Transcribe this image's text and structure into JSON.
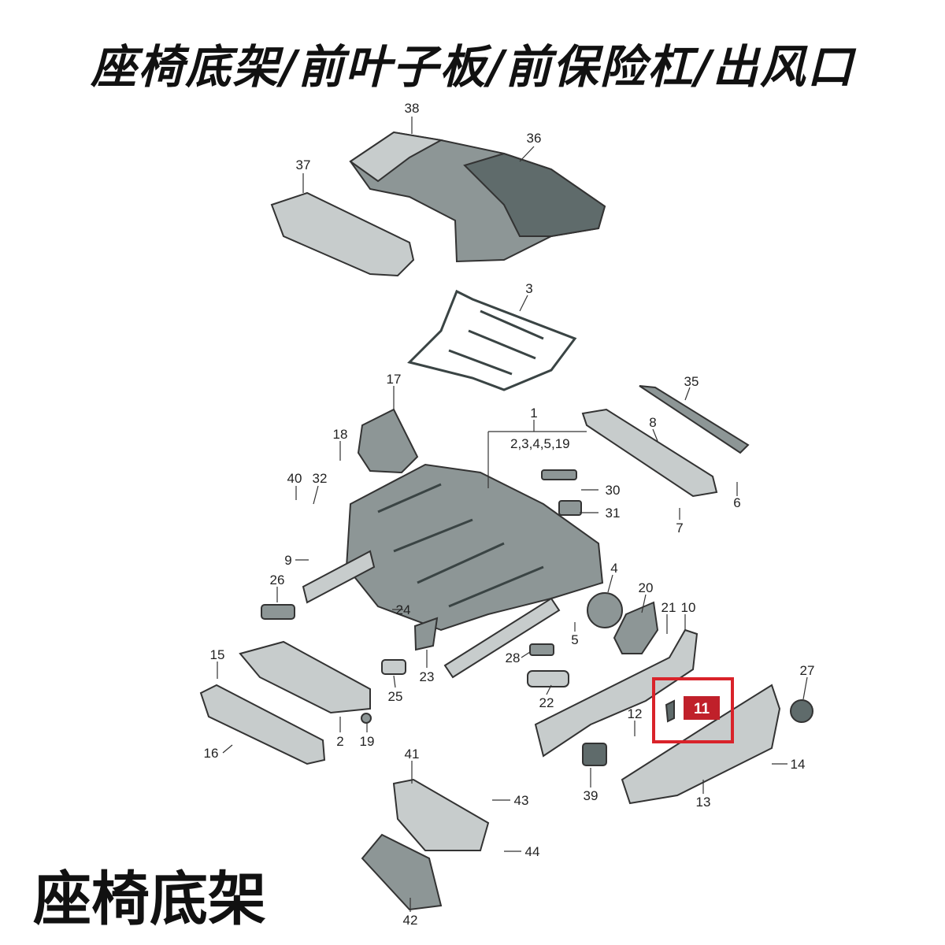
{
  "title": "座椅底架/前叶子板/前保险杠/出风口",
  "bottom_label": "座椅底架",
  "highlight": {
    "label": "11",
    "box_color": "#d9232a",
    "label_bg": "#c0202a"
  },
  "group_label": "2,3,4,5,19",
  "callouts": [
    "38",
    "36",
    "37",
    "3",
    "35",
    "1",
    "17",
    "18",
    "8",
    "40",
    "32",
    "30",
    "6",
    "31",
    "7",
    "9",
    "26",
    "4",
    "20",
    "21",
    "10",
    "24",
    "5",
    "15",
    "28",
    "23",
    "25",
    "22",
    "27",
    "12",
    "2",
    "19",
    "14",
    "16",
    "39",
    "13",
    "41",
    "43",
    "44",
    "42"
  ]
}
